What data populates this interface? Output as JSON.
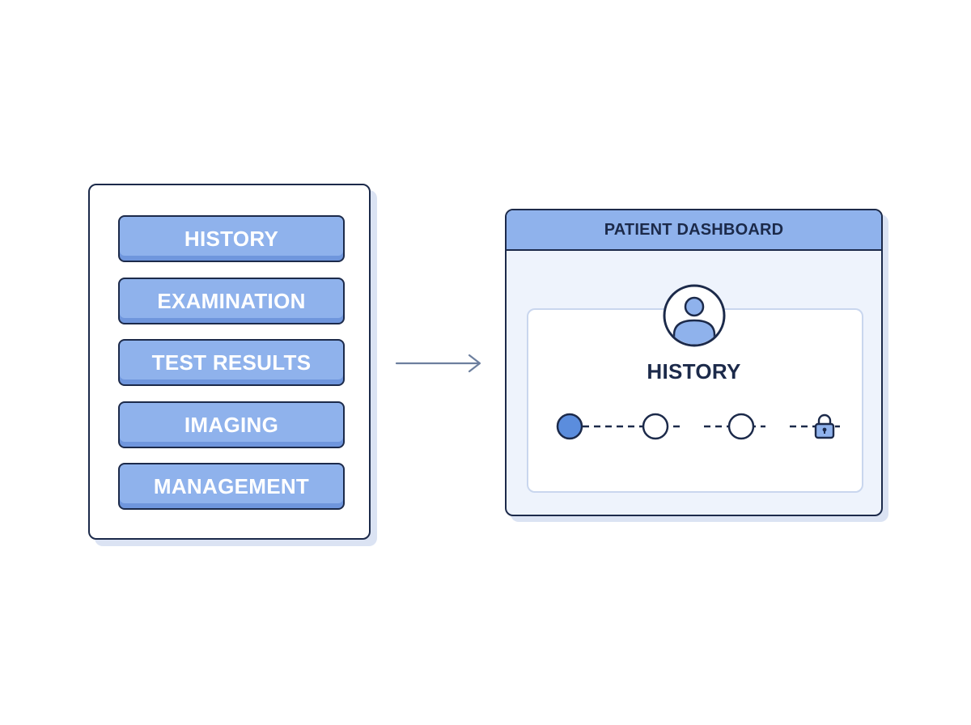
{
  "menu": {
    "items": [
      {
        "label": "HISTORY"
      },
      {
        "label": "EXAMINATION"
      },
      {
        "label": "TEST RESULTS"
      },
      {
        "label": "IMAGING"
      },
      {
        "label": "MANAGEMENT"
      }
    ]
  },
  "arrow": {
    "icon": "arrow-right-icon"
  },
  "dashboard": {
    "title": "PATIENT DASHBOARD",
    "avatar_icon": "user-avatar-icon",
    "section_title": "HISTORY",
    "stepper": {
      "steps_total": 4,
      "current_step": 1,
      "last_step_icon": "lock-icon"
    }
  },
  "colors": {
    "accent": "#8fb2ec",
    "accent_dark": "#6f96dd",
    "active_step": "#5b8ddd",
    "outline": "#1c2a4a",
    "panel_bg": "#eef3fc",
    "shadow": "#dbe3f3"
  }
}
